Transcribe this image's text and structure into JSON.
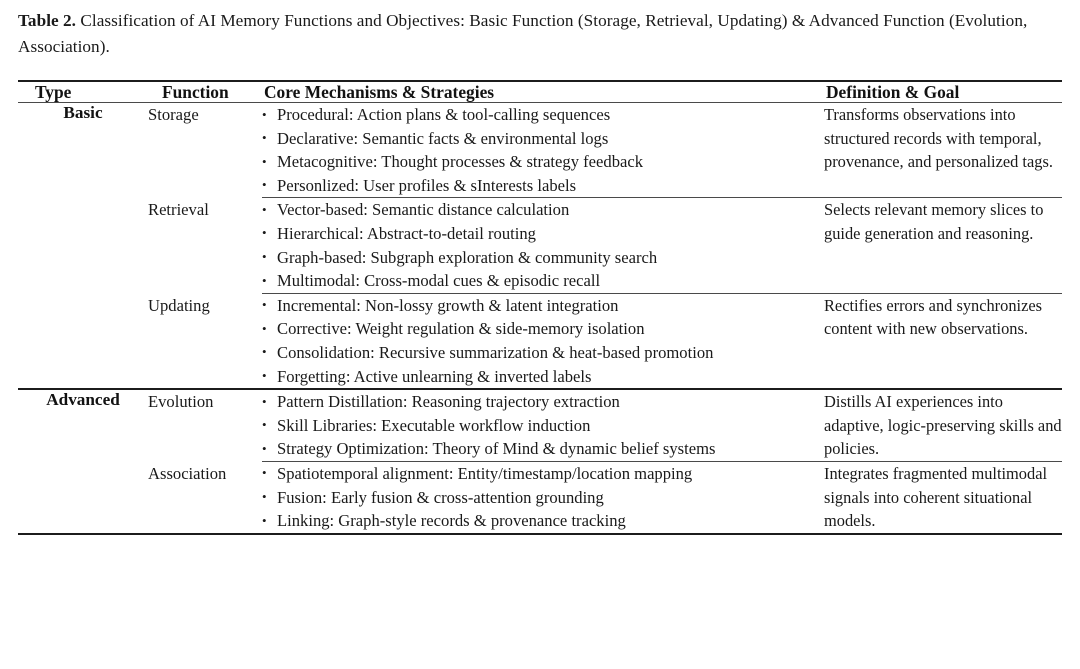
{
  "caption": {
    "label": "Table 2.",
    "text": "Classification of AI Memory Functions and Objectives: Basic Function (Storage, Retrieval, Updating) & Advanced Function (Evolution, Association)."
  },
  "table": {
    "columns": [
      {
        "key": "type",
        "label": "Type"
      },
      {
        "key": "function",
        "label": "Function"
      },
      {
        "key": "mechanisms",
        "label": "Core Mechanisms & Strategies"
      },
      {
        "key": "definition",
        "label": "Definition & Goal"
      }
    ],
    "groups": [
      {
        "type": "Basic",
        "rows": [
          {
            "function": "Storage",
            "mechanisms": [
              "Procedural: Action plans & tool-calling sequences",
              "Declarative: Semantic facts & environmental logs",
              "Metacognitive: Thought processes & strategy feedback",
              "Personlized: User profiles & sInterests labels"
            ],
            "definition": "Transforms observations into structured records with temporal, provenance, and personalized tags."
          },
          {
            "function": "Retrieval",
            "mechanisms": [
              "Vector-based: Semantic distance calculation",
              "Hierarchical: Abstract-to-detail routing",
              "Graph-based: Subgraph exploration & community search",
              "Multimodal: Cross-modal cues & episodic recall"
            ],
            "definition": "Selects relevant memory slices to guide generation and reasoning."
          },
          {
            "function": "Updating",
            "mechanisms": [
              "Incremental: Non-lossy growth & latent integration",
              "Corrective: Weight regulation & side-memory isolation",
              "Consolidation: Recursive summarization & heat-based promotion",
              "Forgetting: Active unlearning & inverted labels"
            ],
            "definition": "Rectifies errors and synchronizes content with new observations."
          }
        ]
      },
      {
        "type": "Advanced",
        "rows": [
          {
            "function": "Evolution",
            "mechanisms": [
              "Pattern Distillation: Reasoning trajectory extraction",
              "Skill Libraries: Executable workflow induction",
              "Strategy Optimization: Theory of Mind & dynamic belief systems"
            ],
            "definition": "Distills AI experiences into adaptive, logic-preserving skills and policies."
          },
          {
            "function": "Association",
            "mechanisms": [
              "Spatiotemporal alignment: Entity/timestamp/location mapping",
              "Fusion: Early fusion & cross-attention grounding",
              "Linking: Graph-style records & provenance tracking"
            ],
            "definition": "Integrates fragmented multimodal signals into coherent situational models."
          }
        ]
      }
    ]
  },
  "colors": {
    "text": "#1a1a1a",
    "rule_major": "#1c1c1c",
    "rule_minor": "#4a4a4a",
    "background": "#ffffff"
  }
}
